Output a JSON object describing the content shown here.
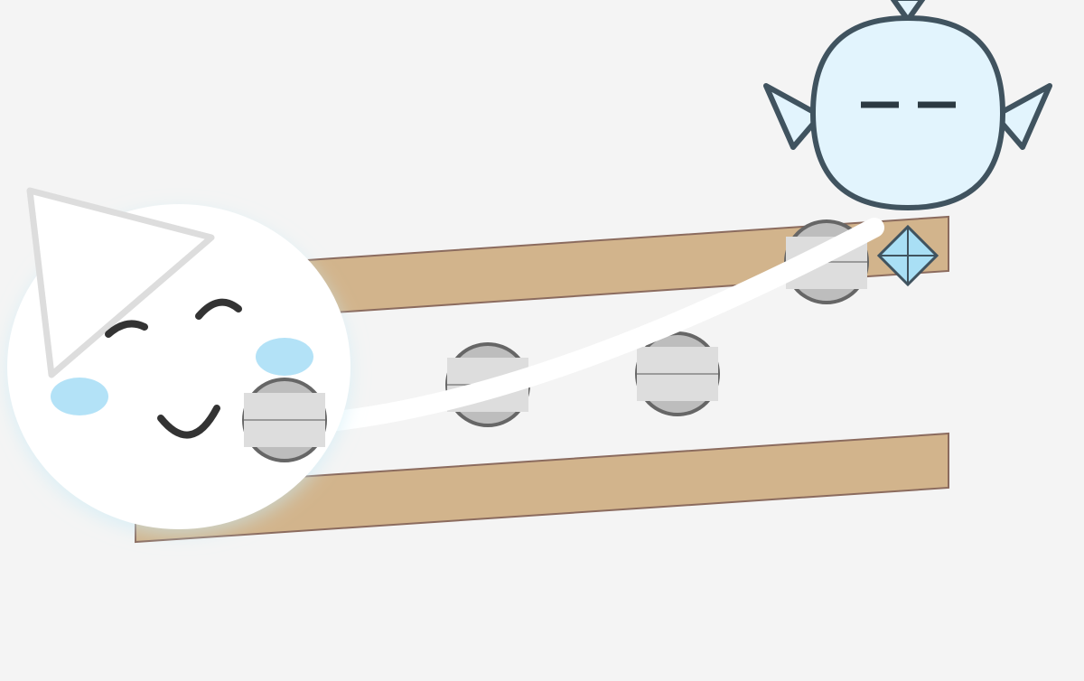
{
  "scene": {
    "background_color": "#f4f4f4",
    "plank_color": "#d2b48c",
    "plank_edge_color": "#8b6b5e",
    "bolt_fill_color": "#bdbdbd",
    "bolt_plate_color": "#dddddd",
    "bolt_edge_color": "#666666",
    "slide_path_color": "#ffffff"
  },
  "hero": {
    "character": "white-round-ghost",
    "expression": "happy-eyes-closed",
    "body_color": "#ffffff",
    "blush_color": "#b3e2f7",
    "hat": "triangle-party-hat",
    "hat_outline_color": "#dddddd"
  },
  "enemy": {
    "character": "blue-horned-blob",
    "expression": "sleepy",
    "body_color": "#e2f4fd",
    "outline_color": "#40535f"
  },
  "pickup": {
    "icon": "diamond-gem-icon",
    "fill_color": "#a9dff5",
    "outline_color": "#40535f"
  },
  "bolts_count_visible": 4
}
